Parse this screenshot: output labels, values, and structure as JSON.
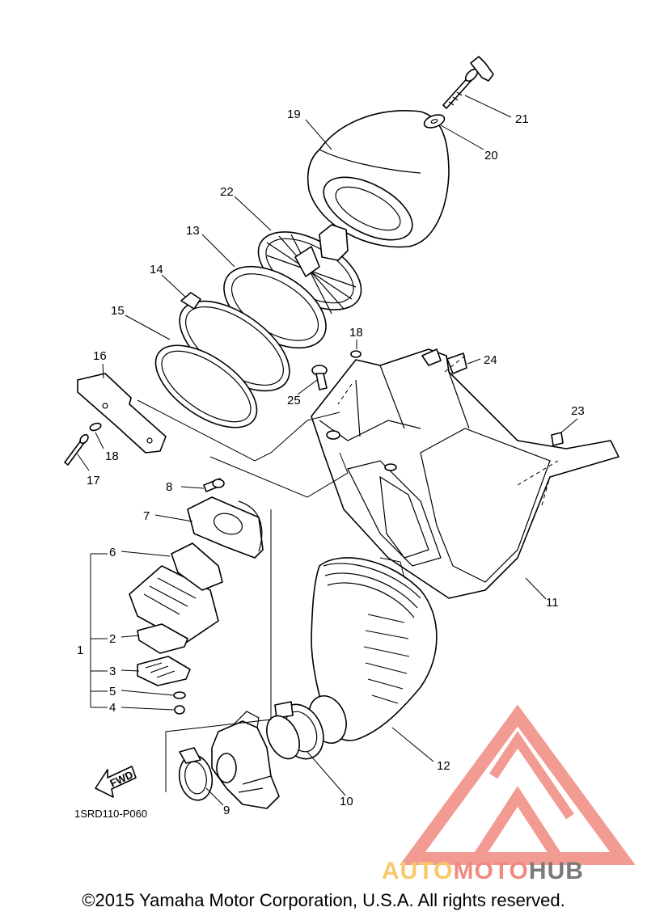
{
  "diagram": {
    "callouts": [
      "1",
      "2",
      "3",
      "4",
      "5",
      "6",
      "7",
      "8",
      "9",
      "10",
      "11",
      "12",
      "13",
      "14",
      "15",
      "16",
      "17",
      "18",
      "18",
      "19",
      "20",
      "21",
      "22",
      "23",
      "24",
      "25"
    ],
    "drawing_code": "1SRD110-P060",
    "fwd_label": "FWD"
  },
  "watermark": {
    "brand_part1": "AUTOMOTO",
    "brand_part2": "HUB",
    "colors": {
      "logo": "#f08a80",
      "auto": "#f7c96a",
      "moto": "#f08a80",
      "hub": "#7a7a7a"
    }
  },
  "footer": {
    "copyright": "©2015 Yamaha Motor Corporation, U.S.A. All rights reserved."
  }
}
